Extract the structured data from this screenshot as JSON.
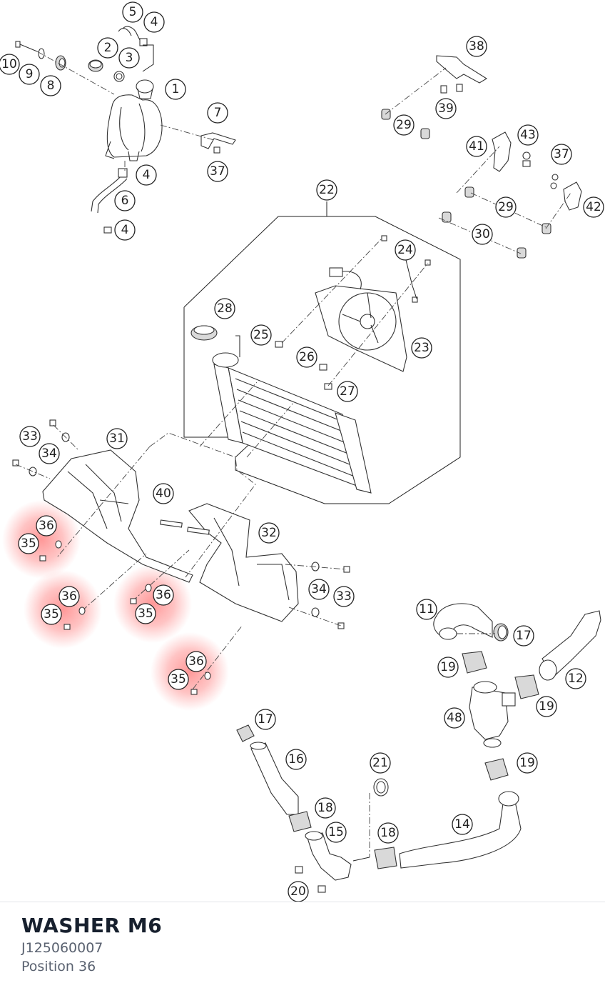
{
  "product": {
    "name": "WASHER M6",
    "number": "J125060007",
    "position": "Position 36"
  },
  "highlight_color": "#ff6b6b",
  "callouts": {
    "c1": "1",
    "c2": "2",
    "c3": "3",
    "c4a": "4",
    "c4b": "4",
    "c4c": "4",
    "c5": "5",
    "c6": "6",
    "c7": "7",
    "c8": "8",
    "c9": "9",
    "c10": "10",
    "c11": "11",
    "c12": "12",
    "c14": "14",
    "c15": "15",
    "c16": "16",
    "c17a": "17",
    "c17b": "17",
    "c18a": "18",
    "c18b": "18",
    "c19a": "19",
    "c19b": "19",
    "c19c": "19",
    "c20": "20",
    "c21": "21",
    "c22": "22",
    "c23": "23",
    "c24": "24",
    "c25": "25",
    "c26": "26",
    "c27": "27",
    "c28": "28",
    "c29a": "29",
    "c29b": "29",
    "c30": "30",
    "c31": "31",
    "c32": "32",
    "c33a": "33",
    "c33b": "33",
    "c34a": "34",
    "c34b": "34",
    "c35a": "35",
    "c35b": "35",
    "c35c": "35",
    "c35d": "35",
    "c36a": "36",
    "c36b": "36",
    "c36c": "36",
    "c36d": "36",
    "c37a": "37",
    "c37b": "37",
    "c38": "38",
    "c39": "39",
    "c40": "40",
    "c41": "41",
    "c42": "42",
    "c43": "43",
    "c48": "48"
  }
}
